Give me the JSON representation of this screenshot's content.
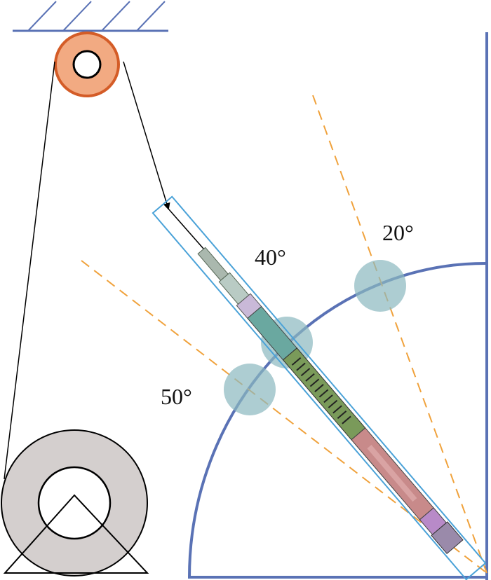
{
  "labels": {
    "angle_20": "20°",
    "angle_40": "40°",
    "angle_50": "50°"
  },
  "colors": {
    "structure": "#5a72b5",
    "pulley_fill": "#f2aa82",
    "pulley_rim": "#d45c27",
    "drum": "#d4cfce",
    "dashed_line": "#f0a23c",
    "tool_frame": "#4aa2d8",
    "contact_zone": "#8ab8bf"
  }
}
